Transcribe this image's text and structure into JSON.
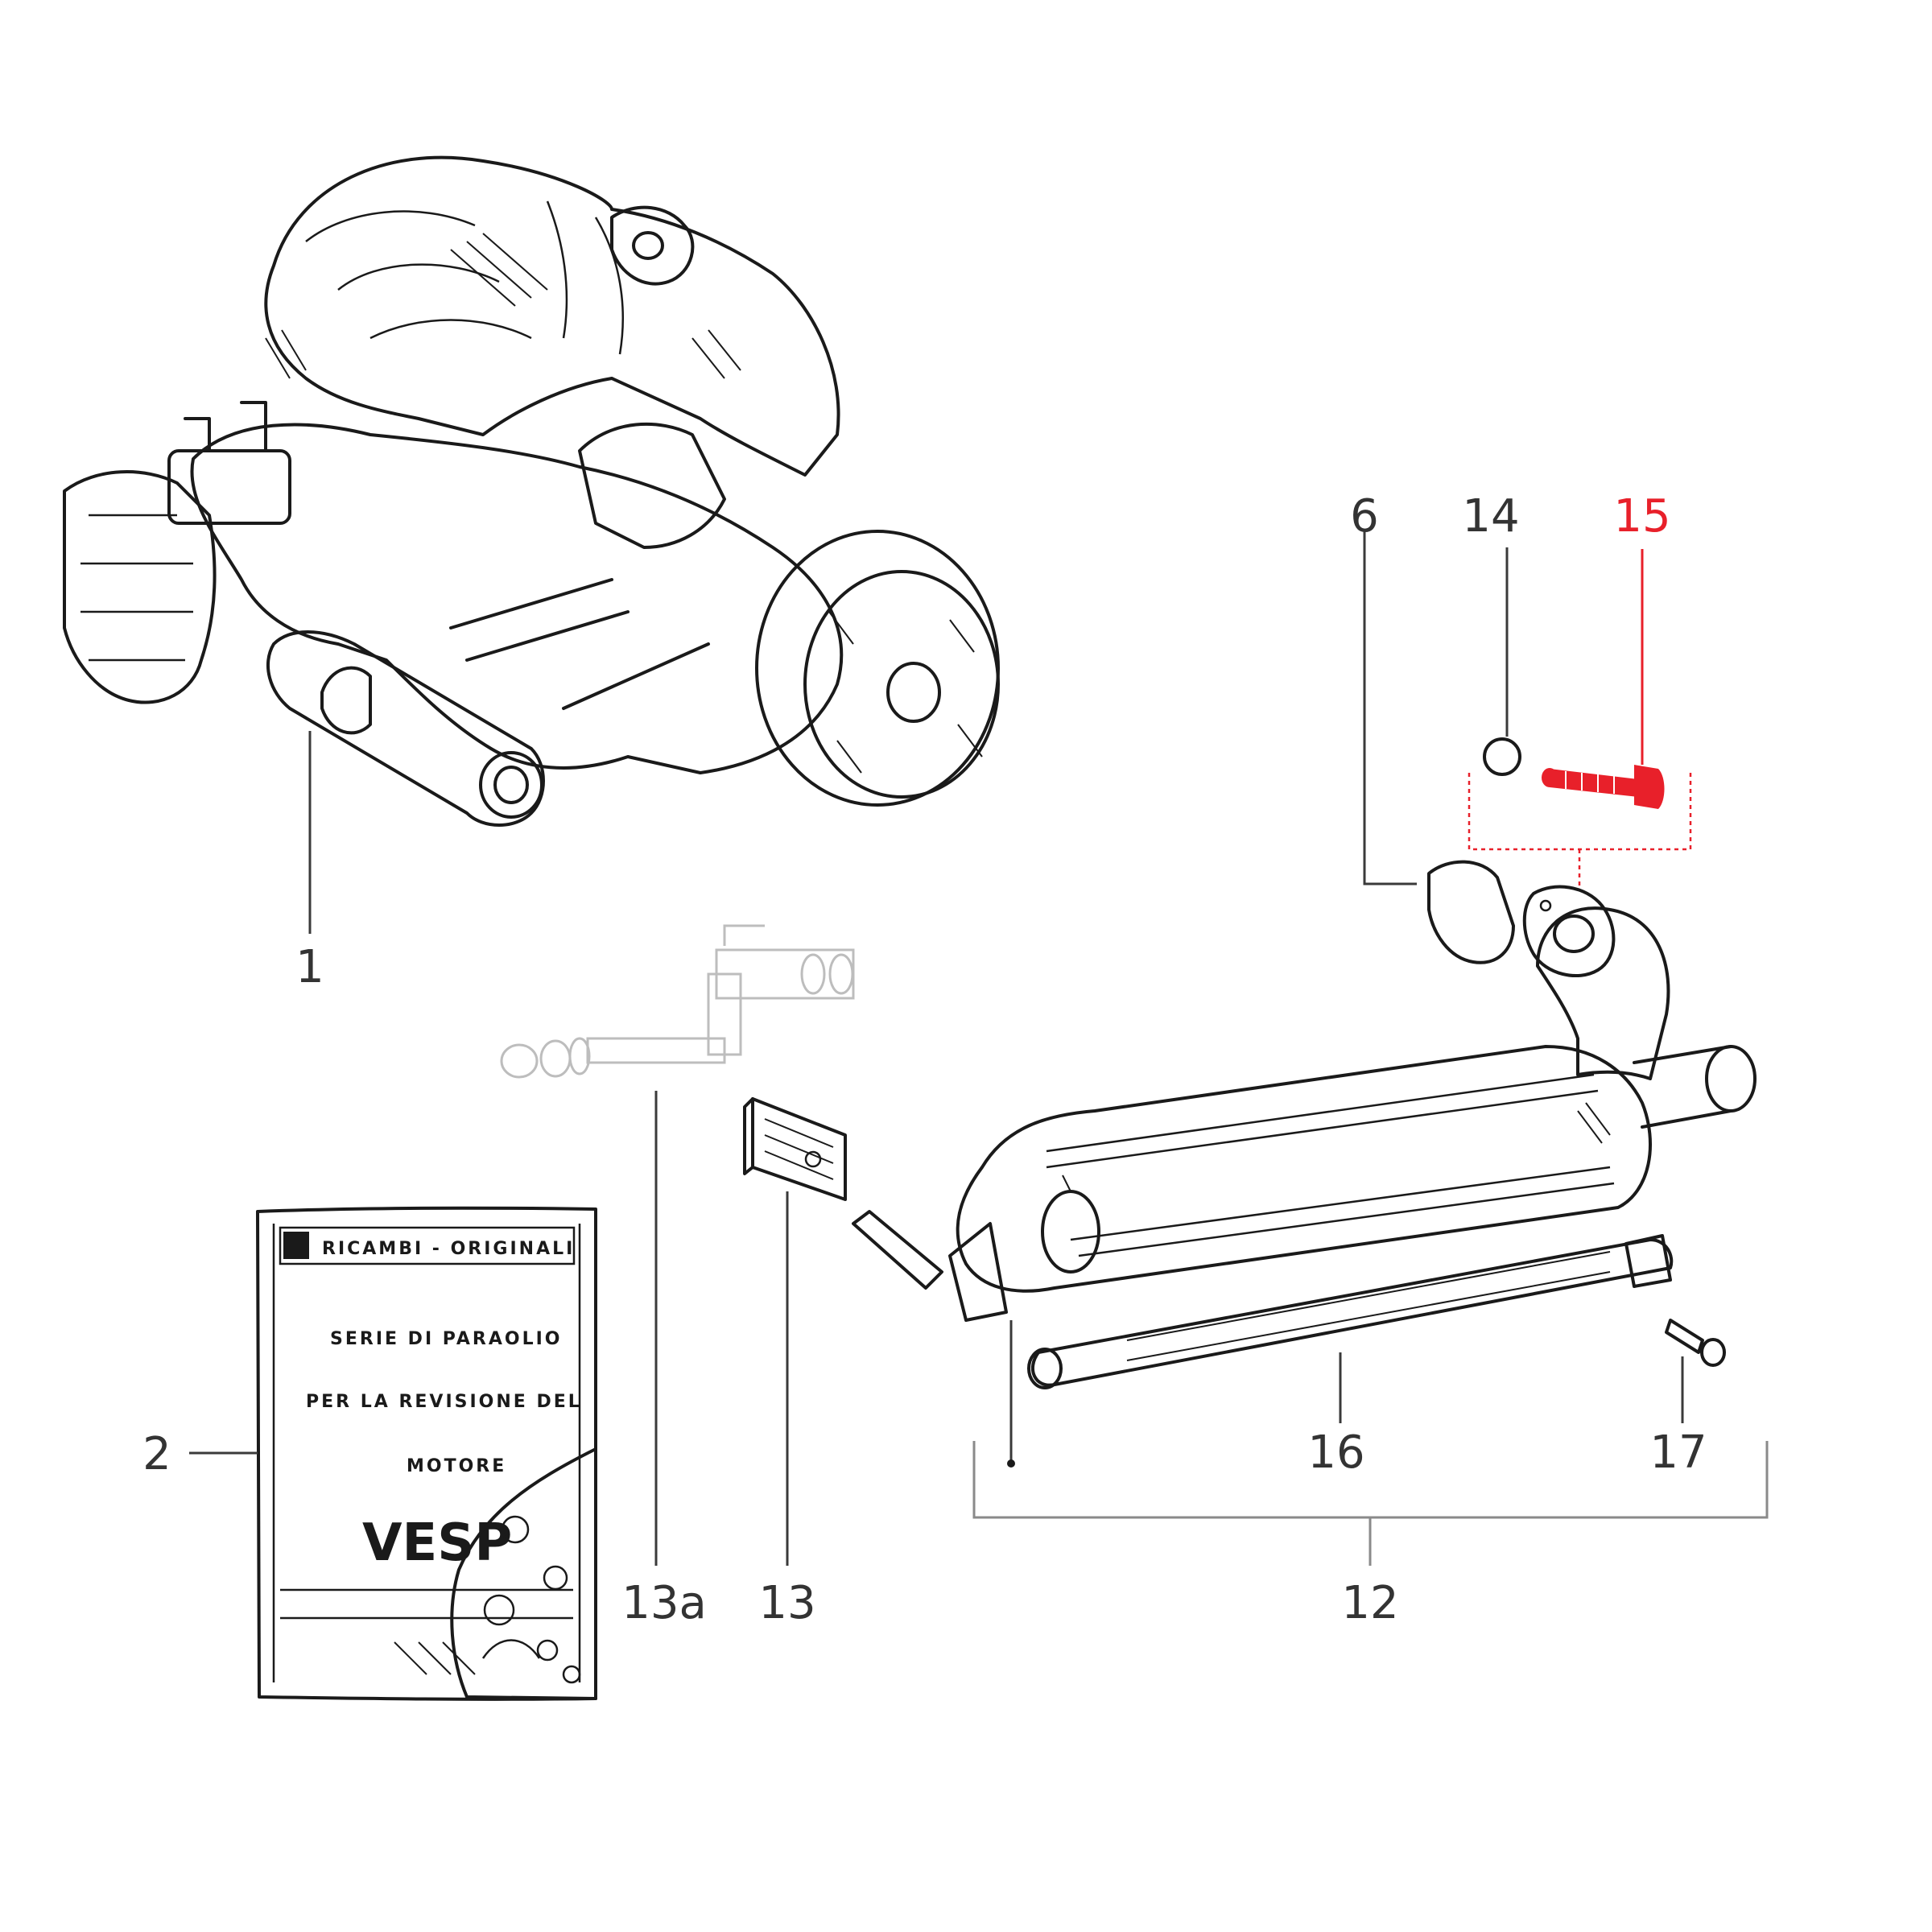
{
  "diagram": {
    "callouts": {
      "c1": "1",
      "c2": "2",
      "c6": "6",
      "c12": "12",
      "c13": "13",
      "c13a": "13a",
      "c14": "14",
      "c15": "15",
      "c16": "16",
      "c17": "17"
    },
    "highlighted_part": "15",
    "highlight_color": "#e8202a",
    "package_label": {
      "header": "RICAMBI - ORIGINALI",
      "line1": "SERIE DI PARAOLIO",
      "line2": "PER LA REVISIONE DEL",
      "line3": "MOTORE",
      "brand": "VESP"
    }
  }
}
